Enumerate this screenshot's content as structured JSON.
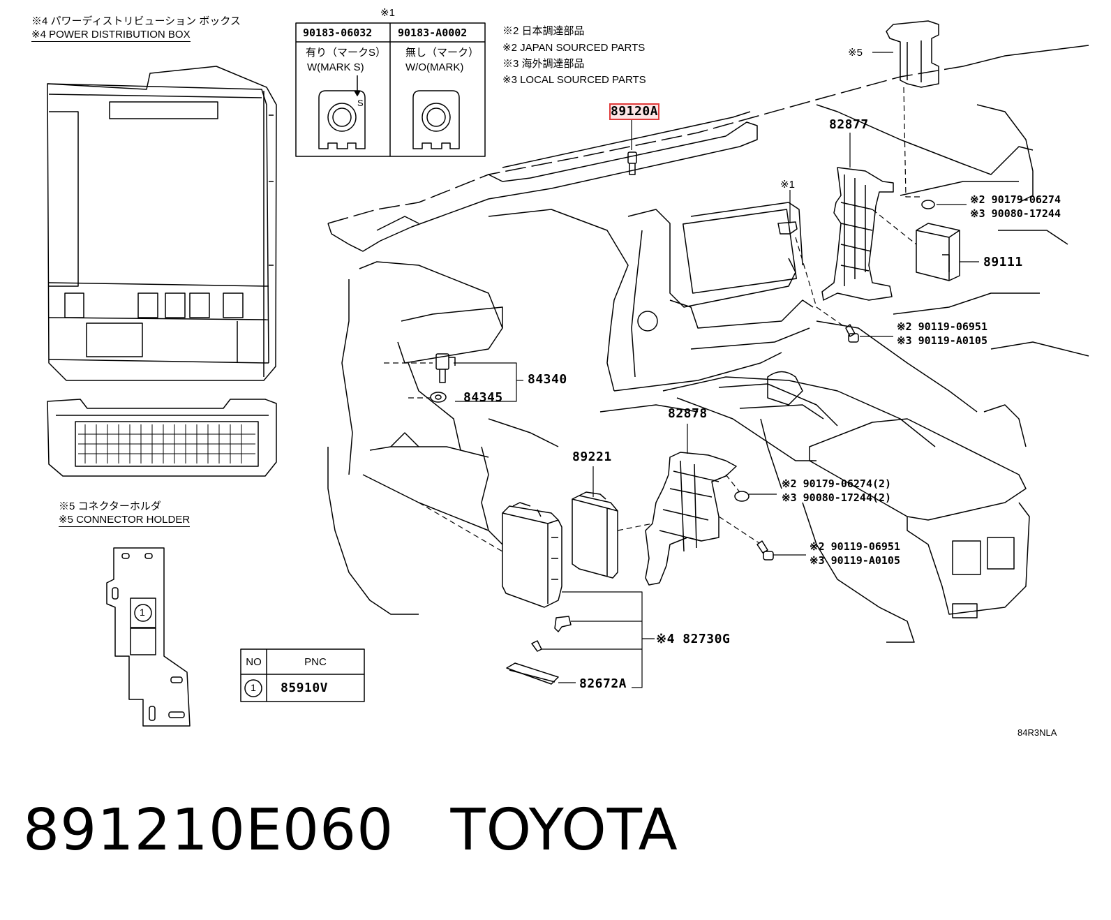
{
  "header_left": {
    "pdb_jp": "※4  パワーディストリビューション ボックス",
    "pdb_en": "※4  POWER DISTRIBUTION BOX"
  },
  "mark_table": {
    "note": "※1",
    "col1_part": "90183-06032",
    "col2_part": "90183-A0002",
    "col1_jp": "有り（マークS）",
    "col1_en": "W(MARK S)",
    "col2_jp": "無し（マーク）",
    "col2_en": "W/O(MARK)",
    "mark_letter": "S"
  },
  "notes": {
    "n2_jp": "※2 日本調達部品",
    "n2_en": "※2 JAPAN SOURCED PARTS",
    "n3_jp": "※3 海外調達部品",
    "n3_en": "※3 LOCAL SOURCED PARTS"
  },
  "connector_holder": {
    "jp": "※5 コネクターホルダ",
    "en": "※5 CONNECTOR HOLDER",
    "circle_1": "1"
  },
  "pnc_table": {
    "h_no": "NO",
    "h_pnc": "PNC",
    "row_no": "1",
    "row_pnc": "85910V"
  },
  "callouts": {
    "p89120A": "89120A",
    "p82877": "82877",
    "x5": "※5",
    "x1": "※1",
    "r1_a": "※2 90179-06274",
    "r1_b": "※3 90080-17244",
    "p89111": "89111",
    "r2_a": "※2 90119-06951",
    "r2_b": "※3 90119-A0105",
    "p84340": "84340",
    "p84345": "84345",
    "p82878": "82878",
    "p89221": "89221",
    "r3_a": "※2 90179-06274(2)",
    "r3_b": "※3 90080-17244(2)",
    "r4_a": "※2 90119-06951",
    "r4_b": "※3 90119-A0105",
    "p82730G": "※4 82730G",
    "p82672A": "82672A"
  },
  "diagram_ref": "84R3NLA",
  "footer": "891210E060   TOYOTA"
}
